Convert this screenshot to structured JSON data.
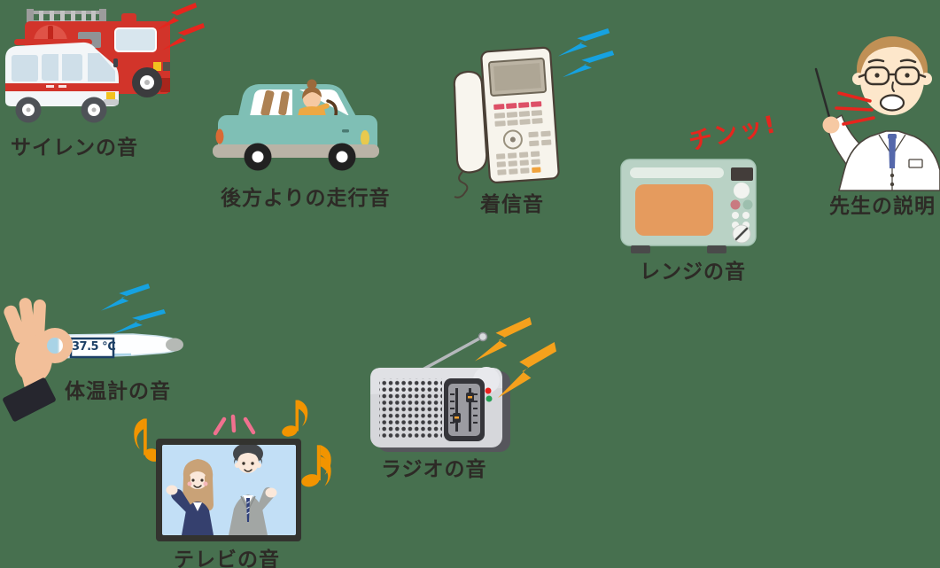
{
  "canvas": {
    "bg": "#47704f"
  },
  "items": {
    "siren": {
      "label": "サイレンの音"
    },
    "car": {
      "label": "後方よりの走行音"
    },
    "phone": {
      "label": "着信音"
    },
    "microwave": {
      "label": "レンジの音",
      "sfx": "チンッ!"
    },
    "teacher": {
      "label": "先生の説明"
    },
    "thermometer": {
      "label": "体温計の音",
      "reading": "37.5 ℃"
    },
    "radio": {
      "label": "ラジオの音"
    },
    "tv": {
      "label": "テレビの音"
    }
  },
  "colors": {
    "background": "#47704f",
    "label_text": "#2d2a26",
    "bolt_red": "#e6251d",
    "bolt_blue": "#16a2e0",
    "bolt_orange": "#f5a11c",
    "note_orange": "#f29400",
    "sfx_red": "#e6251d",
    "thermometer_reading": "#1d4066",
    "firetruck_red": "#d2342a",
    "car_teal": "#7fbfb5",
    "microwave_sage": "#b9d2c5",
    "microwave_window_orange": "#e59b5e",
    "tv_screen_blue": "#c2dff6"
  }
}
